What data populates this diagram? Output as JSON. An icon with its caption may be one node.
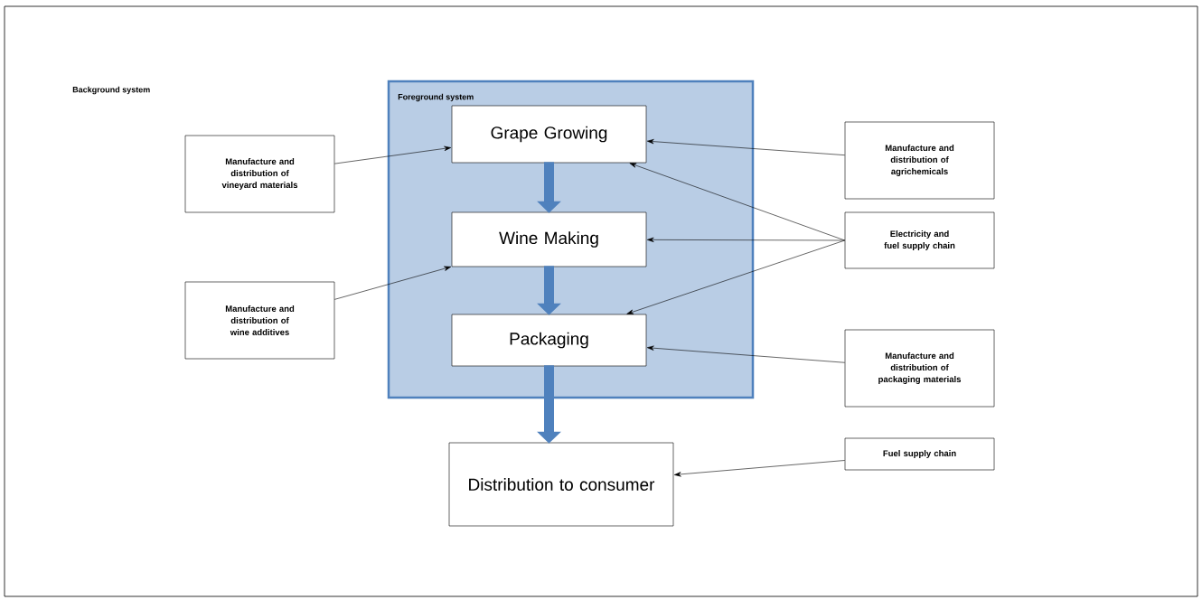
{
  "diagram": {
    "nodes": [
      {
        "text": [
          "Background system"
        ]
      },
      {
        "text": [
          "Foreground system"
        ],
        "in": 0
      },
      {
        "text": [
          "Grape Growing"
        ],
        "in": 1
      },
      {
        "text": [
          "Wine Making"
        ],
        "in": 1
      },
      {
        "text": [
          "Packaging"
        ],
        "in": 1
      },
      {
        "text": [
          "Distribution to consumer"
        ],
        "in": 0
      },
      {
        "text": [
          "Manufacture and distribution of vineyard materials"
        ],
        "in": 0
      },
      {
        "text": [
          "Manufacture and distribution of wine additives"
        ],
        "in": 0
      },
      {
        "text": [
          "Manufacture and distribution of agrichemicals"
        ],
        "in": 0
      },
      {
        "text": [
          "Electricity and fuel supply chain"
        ],
        "in": 0
      },
      {
        "text": [
          "Manufacture and distribution of packaging materials"
        ],
        "in": 0
      },
      {
        "text": [
          "Fuel supply chain"
        ],
        "in": 0
      }
    ],
    "edges": [
      {
        "from": 6,
        "to": 2,
        "arrow": "to"
      },
      {
        "from": 7,
        "to": 3,
        "arrow": "to"
      },
      {
        "from": 8,
        "to": 2,
        "arrow": "to"
      },
      {
        "from": 9,
        "to": 2,
        "arrow": "to"
      },
      {
        "from": 9,
        "to": 3,
        "arrow": "to"
      },
      {
        "from": 9,
        "to": 4,
        "arrow": "to"
      },
      {
        "from": 10,
        "to": 4,
        "arrow": "to"
      },
      {
        "from": 11,
        "to": 5,
        "arrow": "to"
      },
      {
        "from": 2,
        "to": 3,
        "arrow": "to",
        "style": "thick",
        "color": "#4f81bd"
      },
      {
        "from": 3,
        "to": 4,
        "arrow": "to",
        "style": "thick",
        "color": "#4f81bd"
      },
      {
        "from": 4,
        "to": 5,
        "arrow": "to",
        "style": "thick",
        "color": "#4f81bd"
      }
    ]
  }
}
